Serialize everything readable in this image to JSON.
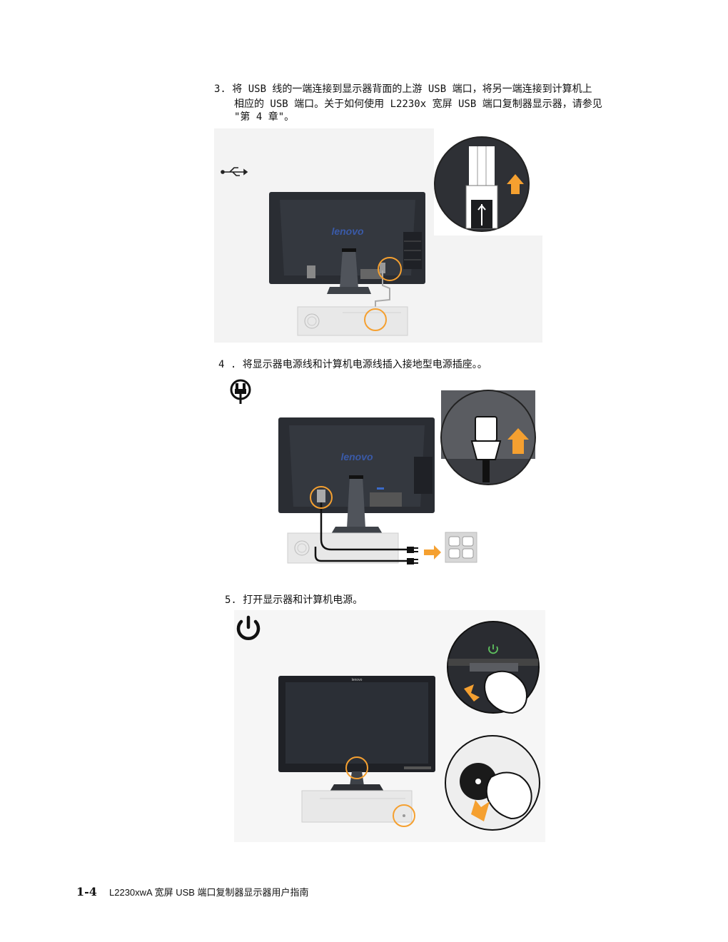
{
  "steps": [
    {
      "line1": "3. 将 USB 线的一端连接到显示器背面的上游 USB 端口，将另一端连接到计算机上",
      "line2": "相应的 USB 端口。关于如何使用 L2230x 宽屏 USB 端口复制器显示器，请参见",
      "line3": "\"第 4 章\"。"
    },
    {
      "line1": "4  . 将显示器电源线和计算机电源线插入接地型电源插座。。"
    },
    {
      "line1": "5. 打开显示器和计算机电源。"
    }
  ],
  "brand": "lenovo",
  "footer": {
    "page_number": "1-4",
    "title": "L2230xwA  宽屏  USB  端口复制器显示器用户指南"
  },
  "colors": {
    "accent_orange": "#f5a030",
    "monitor_dark": "#2a2d33",
    "lenovo_blue": "#3a5aa8",
    "power_green": "#5ec05e"
  }
}
